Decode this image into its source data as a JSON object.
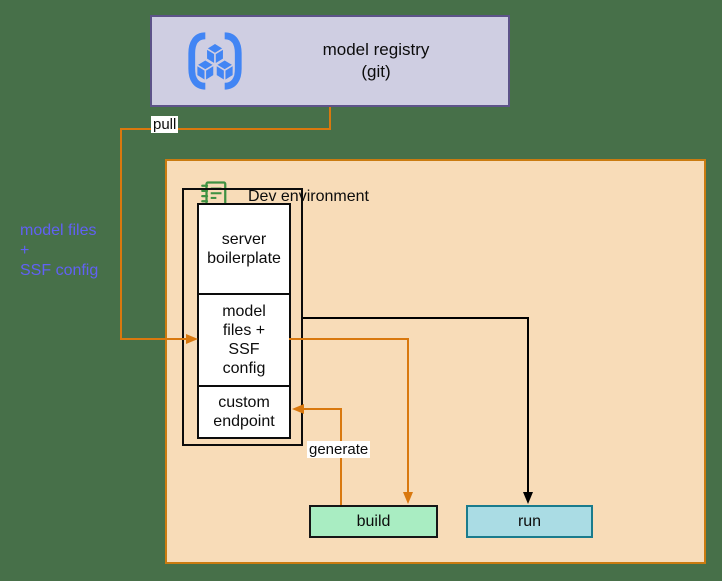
{
  "registry": {
    "title": "model registry\n(git)",
    "icon": "model-registry-cubes-icon"
  },
  "dev_env": {
    "title": "Dev environment",
    "icon": "notebook-icon"
  },
  "stack": {
    "sections": [
      "server\nboilerplate",
      "model\nfiles +\nSSF\nconfig",
      "custom\nendpoint"
    ]
  },
  "actions": {
    "build": "build",
    "run": "run"
  },
  "edges": {
    "pull": "pull",
    "generate": "generate",
    "pull_payload": "model files\n+\nSSF config"
  },
  "colors": {
    "background_green": "#477049",
    "registry_fill": "#cfcee2",
    "registry_border": "#5d5389",
    "registry_icon_blue": "#4285f4",
    "dev_fill": "#f8dcb8",
    "dev_border": "#ca7b10",
    "connector_orange": "#d9780e",
    "connector_black": "#000000",
    "payload_text_purple": "#6161f3",
    "stack_fill": "#ffffff",
    "stack_border": "#0c0c0c",
    "build_fill": "#a9edc2",
    "build_border": "#161616",
    "run_fill": "#aadce4",
    "run_border": "#1a7b8c",
    "notebook_icon_green": "#3f9142"
  }
}
